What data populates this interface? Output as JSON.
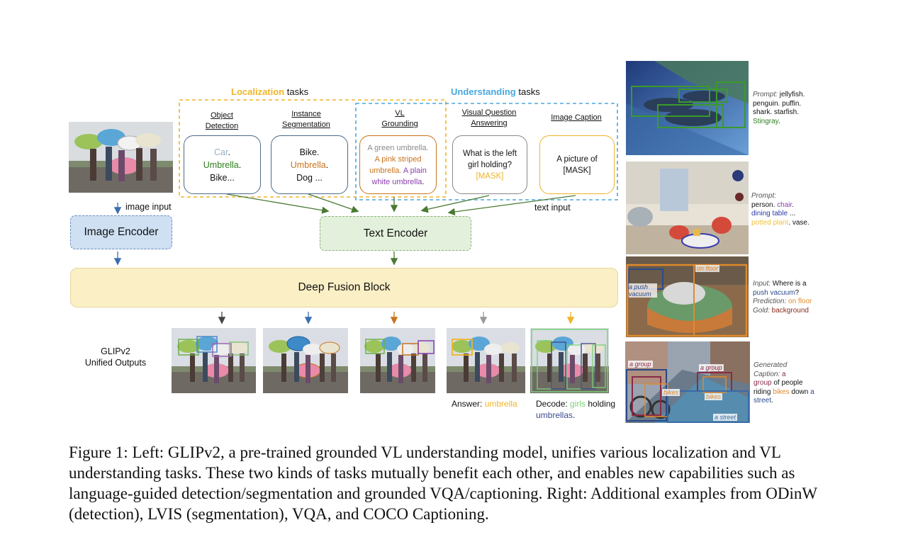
{
  "diagram": {
    "localization_header": {
      "word": "Localization",
      "rest": " tasks"
    },
    "understanding_header": {
      "word": "Understanding",
      "rest": " tasks"
    },
    "task_labels": {
      "object_detection": [
        "Object",
        "Detection"
      ],
      "instance_segmentation": [
        "Instance",
        "Segmentation"
      ],
      "vl_grounding": [
        "VL",
        "Grounding"
      ],
      "vqa": [
        "Visual Question",
        "Answering"
      ],
      "image_caption": "Image Caption"
    },
    "prompts": {
      "od": {
        "l1": "Car",
        "l1b": ".",
        "l2": "Umbrella",
        "l2b": ".",
        "l3": "Bike..."
      },
      "seg": {
        "l1": "Bike.",
        "l2": "Umbrella",
        "l2b": ".",
        "l3": "Dog ..."
      },
      "ground": {
        "a": "A green umbrella.",
        "b": "A pink striped umbrella.",
        "c": " A plain white umbrella",
        "d": "."
      },
      "vqa": {
        "a": "What is the left girl holding?",
        "b": "[MASK]"
      },
      "caption": {
        "a": "A picture of [MASK]"
      }
    },
    "image_input_label": "image input",
    "text_input_label": "text input",
    "image_encoder": "Image Encoder",
    "text_encoder": "Text Encoder",
    "fusion_block": "Deep Fusion Block",
    "outputs_label": [
      "GLIPv2",
      "Unified Outputs"
    ],
    "answer": {
      "prefix": "Answer: ",
      "value": "umbrella"
    },
    "decode": {
      "prefix": "Decode: ",
      "girls": "girls",
      "mid": " holding",
      "umbrellas": "umbrellas",
      "end": "."
    }
  },
  "right_examples": {
    "odinw": {
      "prompt_label": "Prompt:",
      "text": " jellyfish. penguin. puffin. shark. starfish. ",
      "highlight": "Stingray",
      "end": "."
    },
    "lvis": {
      "prompt_label": "Prompt:",
      "l1a": "person. ",
      "chair": "chair",
      "l1b": ".",
      "dining": "dining table",
      "l2b": " ...",
      "potted": "potted plant",
      "vase": ". vase."
    },
    "vqa": {
      "input_label": "Input:",
      "q1": " Where is a ",
      "q2": "push vacuum",
      "q3": "?",
      "pred_label": "Prediction:",
      "pred": " on floor",
      "gold_label": "Gold:",
      "gold": " background",
      "box_floor": "on floor",
      "box_vacuum": "a push vacuum"
    },
    "caption": {
      "gen": "Generated",
      "cap_label": "Caption:",
      "a": " a",
      "group": "group",
      "b": " of people riding ",
      "bikes": "bikes",
      "c": " down ",
      "street": "a street",
      "d": ".",
      "box_group1": "a group",
      "box_group2": "a group",
      "box_bikes1": "bikes",
      "box_bikes2": "bikes",
      "box_street": "a street"
    }
  },
  "caption_text": "Figure 1: Left: GLIPv2, a pre-trained grounded VL understanding model, unifies various localization and VL understanding tasks. These two kinds of tasks mutually benefit each other, and enables new capabilities such as language-guided detection/segmentation and grounded VQA/captioning. Right: Additional examples from ODinW (detection), LVIS (segmentation), VQA, and COCO Captioning.",
  "colors": {
    "localization": "#f0b429",
    "understanding": "#4aa8e0",
    "image_encoder_fill": "#cfe0f3",
    "text_encoder_fill": "#e3f1dc",
    "fusion_fill": "#fbefc6",
    "green_text": "#2e7d1e",
    "orange_text": "#c8731e",
    "purple_text": "#8a3fb0",
    "arrow_green": "#4a7a32",
    "arrow_blue": "#3a6fb0"
  }
}
